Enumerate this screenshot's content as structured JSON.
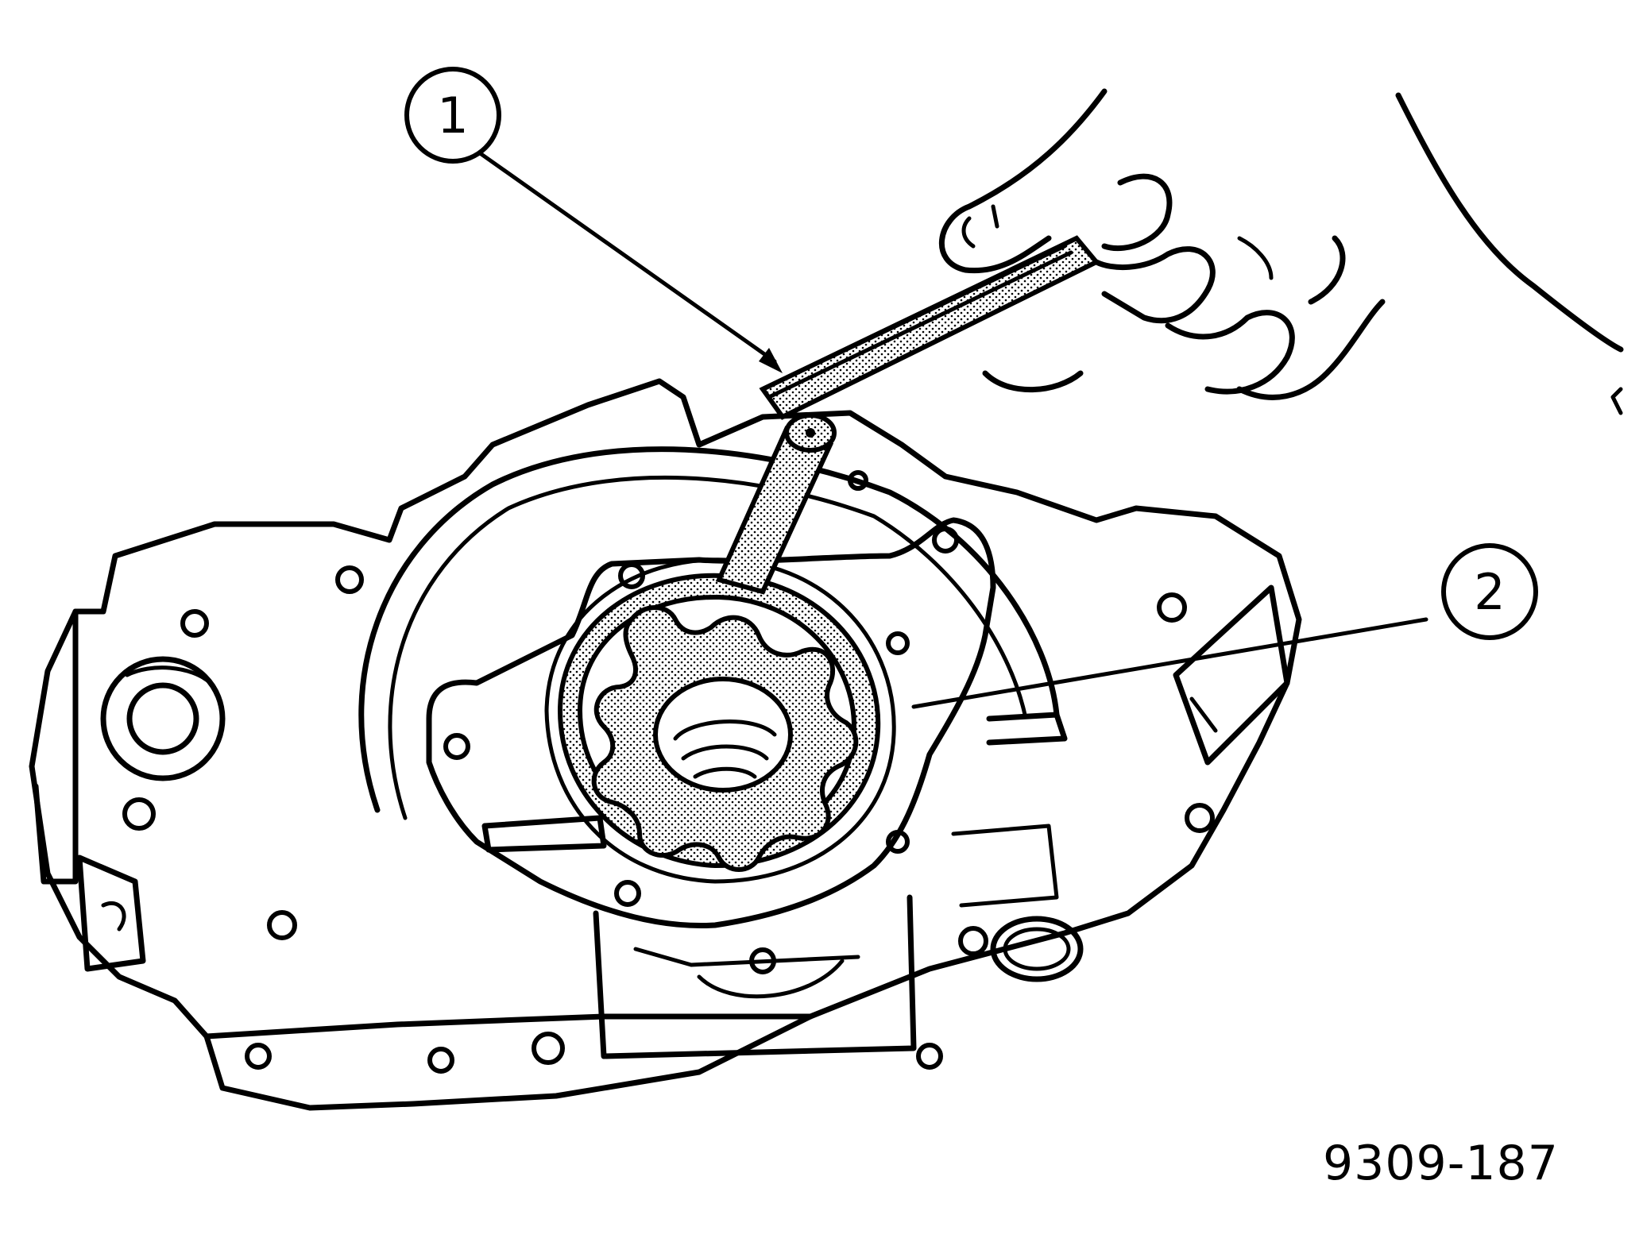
{
  "callouts": [
    {
      "number": "1"
    },
    {
      "number": "2"
    }
  ],
  "figure_number": "9309-187",
  "colors": {
    "ink": "#000000",
    "paper": "#ffffff"
  }
}
